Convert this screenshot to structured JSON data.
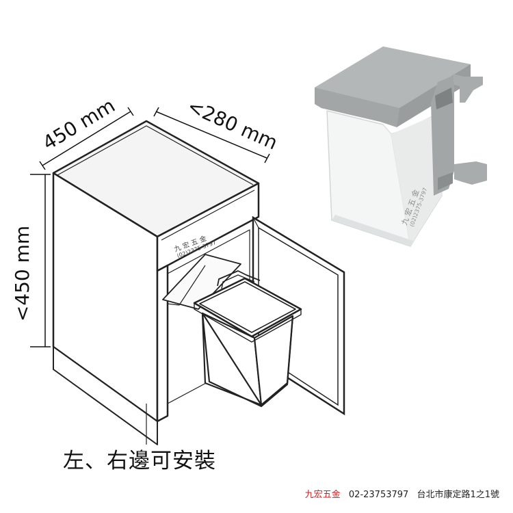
{
  "dimensions": {
    "width": "450 mm",
    "depth": "<280 mm",
    "height": "<450 mm"
  },
  "drawing_watermark": {
    "name": "九 宏 五 金",
    "phone": "(02)2375-3797"
  },
  "photo_watermark": {
    "name": "九 宏 五 金",
    "phone": "(02)2375-3797"
  },
  "caption": "左、右邊可安裝",
  "footer": {
    "brand": "九宏五金",
    "phone": "02-23753797",
    "address": "台北市康定路1之1號"
  },
  "colors": {
    "brand_red": "#cc2222",
    "lid_gray": "#a9acac",
    "bin_white": "#f4f5f5"
  }
}
